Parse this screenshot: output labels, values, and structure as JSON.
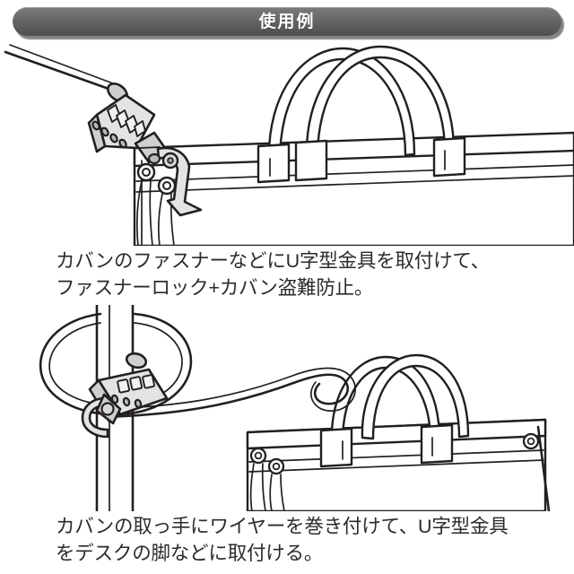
{
  "header": {
    "title": "使用例",
    "bar_color_top": "#7b7b7b",
    "bar_color_bottom": "#4f4f4f",
    "text_color": "#ffffff"
  },
  "examples": [
    {
      "id": "example-1",
      "illustration_name": "bag-zipper-u-hook-illustration",
      "caption": "カバンのファスナーなどにU字型金具を取付けて、\nファスナーロック+カバン盗難防止。",
      "elements": [
        "wire-cable",
        "combination-lock-body",
        "u-shaped-hook",
        "tote-bag",
        "bag-handles",
        "zipper-pull-rings"
      ]
    },
    {
      "id": "example-2",
      "illustration_name": "desk-leg-wire-wrap-illustration",
      "caption": "カバンの取っ手にワイヤーを巻き付けて、U字型金具\nをデスクの脚などに取付ける。",
      "elements": [
        "desk-leg",
        "wire-loop",
        "combination-lock-body",
        "u-shaped-hook",
        "wire-cable",
        "tote-bag",
        "bag-handles"
      ]
    }
  ],
  "style": {
    "background": "#ffffff",
    "line_color": "#231f20",
    "text_color": "#2b2b2b",
    "metal_fill": "#d4d4d7"
  }
}
